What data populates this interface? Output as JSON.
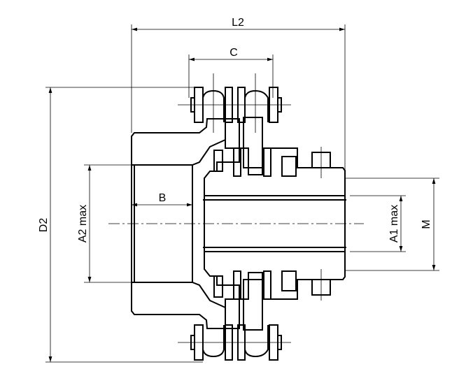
{
  "drawing": {
    "title": "Chain coupling cross-section",
    "dimensions": {
      "L2": "L2",
      "C": "C",
      "D2": "D2",
      "A2": "A2 max",
      "B": "B",
      "A1": "A1 max",
      "M": "M"
    }
  }
}
